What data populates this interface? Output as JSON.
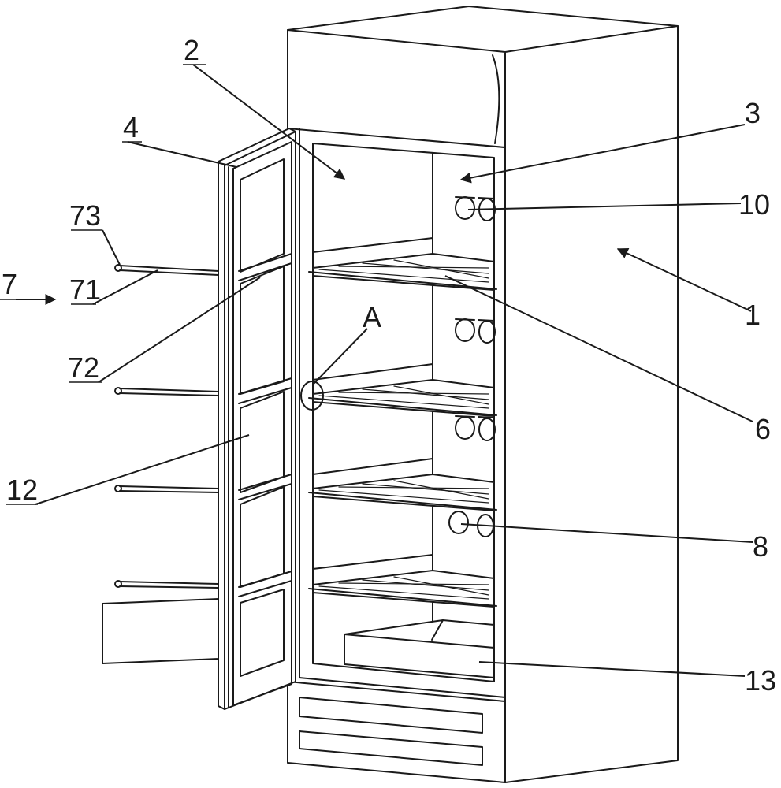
{
  "labels": {
    "l1": "1",
    "l2": "2",
    "l3": "3",
    "l4": "4",
    "l6": "6",
    "l7": "7",
    "l8": "8",
    "l10": "10",
    "l12": "12",
    "l13": "13",
    "l71": "71",
    "l72": "72",
    "l73": "73",
    "lA": "A"
  },
  "colors": {
    "stroke": "#1a1a1a",
    "background": "#ffffff"
  }
}
